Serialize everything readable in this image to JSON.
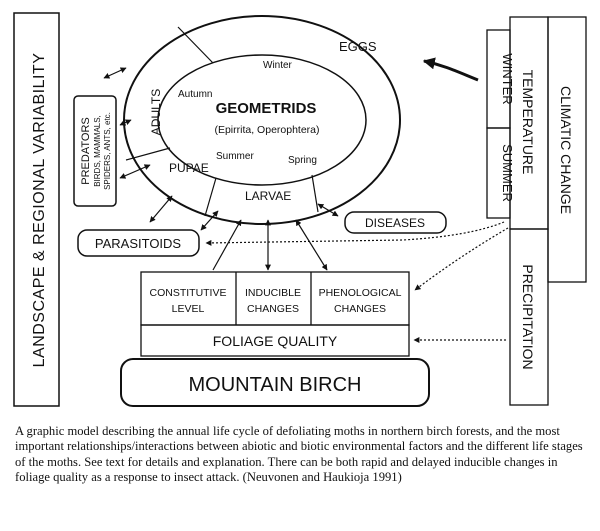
{
  "diagram": {
    "eggs": "EGGS",
    "adults": "ADULTS",
    "pupae": "PUPAE",
    "larvae": "LARVAE",
    "winter": "Winter",
    "autumn": "Autumn",
    "summer": "Summer",
    "spring": "Spring",
    "geometrids": "GEOMETRIDS",
    "geometrids_species": "(Epirrita, Operophtera)",
    "predators": "PREDATORS",
    "predators_line2": "BIRDS, MAMMALS,",
    "predators_line3": "SPIDERS, ANTS, etc.",
    "diseases": "DISEASES",
    "parasitoids": "PARASITOIDS",
    "constitutive_line1": "CONSTITUTIVE",
    "constitutive_line2": "LEVEL",
    "inducible_line1": "INDUCIBLE",
    "inducible_line2": "CHANGES",
    "phenological_line1": "PHENOLOGICAL",
    "phenological_line2": "CHANGES",
    "foliage_quality": "FOLIAGE QUALITY",
    "mountain_birch": "MOUNTAIN BIRCH",
    "landscape": "LANDSCAPE & REGIONAL VARIABILITY",
    "winter_season": "WINTER",
    "summer_season": "SUMMER",
    "temperature": "TEMPERATURE",
    "precipitation": "PRECIPITATION",
    "climatic_change": "CLIMATIC CHANGE"
  },
  "caption": "A graphic model describing the annual life cycle of defoliating moths in northern birch forests, and the most important relationships/interactions between abiotic and biotic environmental factors and the different life stages of the moths. See text for details and explanation. There can be both rapid and delayed inducible changes in foliage quality as a response to insect attack. (Neuvonen and Haukioja 1991)"
}
